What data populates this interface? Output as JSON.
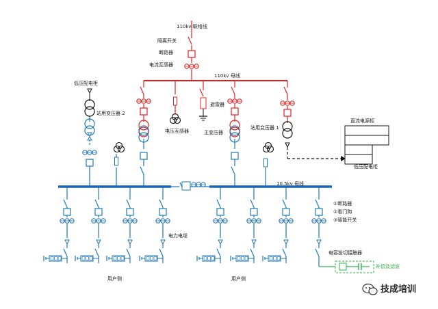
{
  "colors": {
    "hv": "#e02020",
    "lv": "#1f77b4",
    "bus": "#1565c0",
    "filter": "#2fb34a",
    "dc": "#000000"
  },
  "labels": {
    "incoming": "110kv 联络线",
    "isolator": "隔离开关",
    "breaker": "断路器",
    "ct": "电流互感器",
    "hv_bus": "110kv 母线",
    "arrester": "避雷器",
    "pt": "电压互感器",
    "main_tx": "主变压器",
    "station_tx1": "站用变压器 1",
    "station_tx2": "站用变压器 2",
    "lv_panel_top": "低压配电柜",
    "dc_cabinet": "直流电源柜",
    "lv_panel_right": "低压配电柜",
    "mv_bus": "10.5kv 母线",
    "legend1": "①断路器",
    "legend2": "②看门狗",
    "legend3": "③智能开关",
    "cable": "电力电缆",
    "cap_switch": "电容投切接触器",
    "filter": "补偿及滤波",
    "user_left": "用户侧",
    "user_right": "用户侧",
    "watermark": "技成培训"
  },
  "icons": [
    "wechat-icon"
  ]
}
